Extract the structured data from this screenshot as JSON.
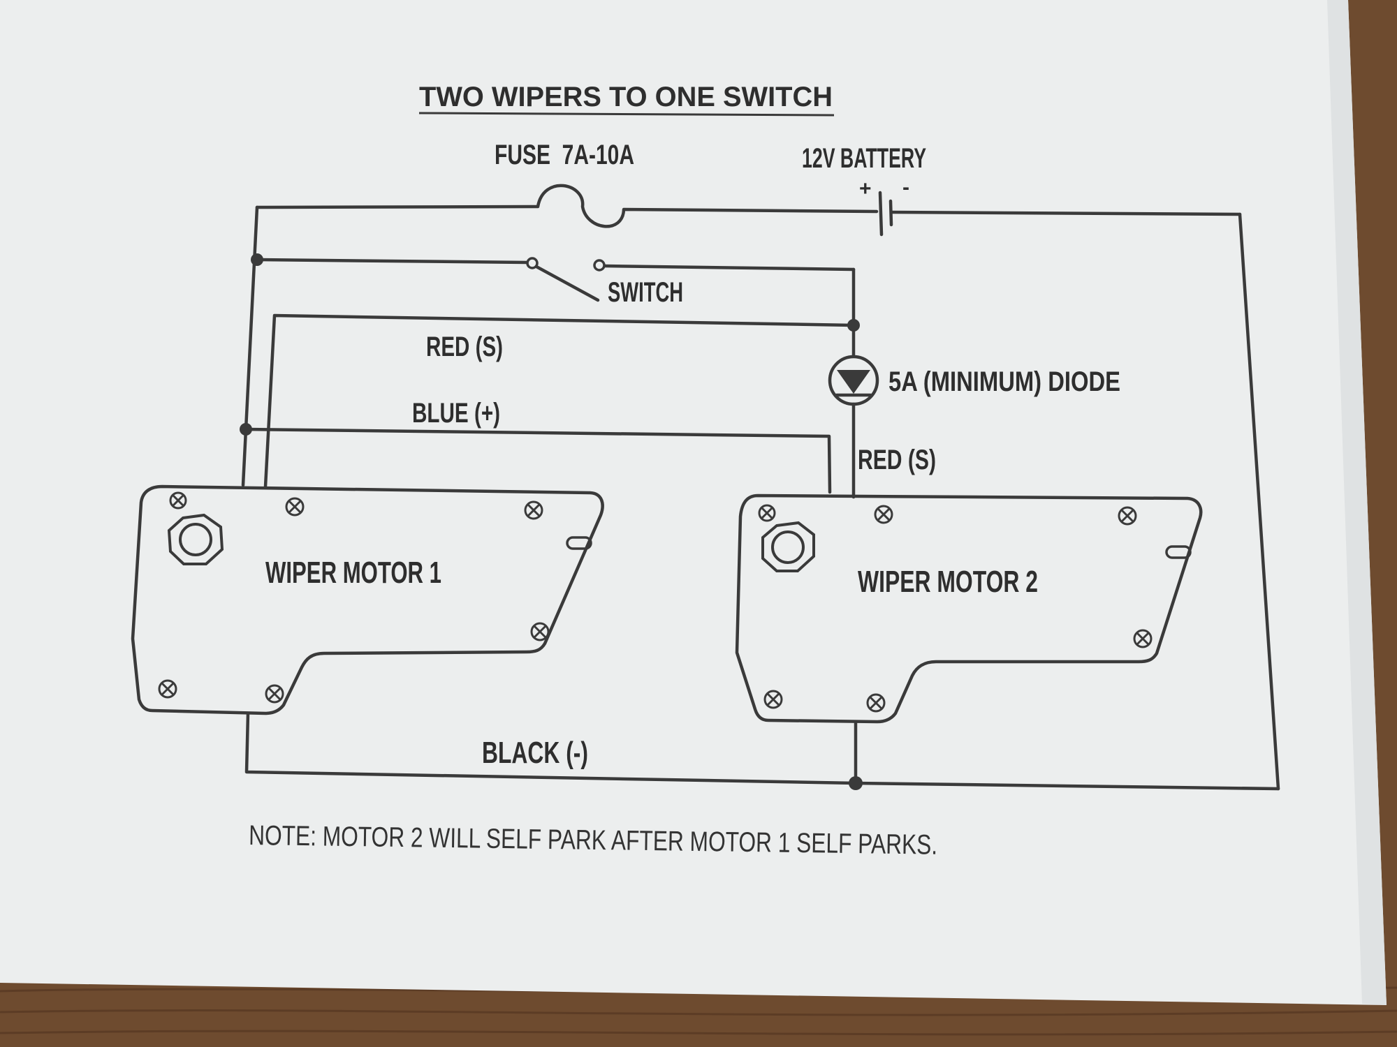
{
  "colors": {
    "paper": "#eceeee",
    "ink": "#3a3a3a",
    "table_wood": "#6b4a2e"
  },
  "title": "TWO WIPERS TO ONE SWITCH",
  "labels": {
    "fuse": "FUSE  7A-10A",
    "battery": "12V BATTERY",
    "battery_plus": "+",
    "battery_minus": "-",
    "switch": "SWITCH",
    "red_s_top": "RED (S)",
    "blue_plus": "BLUE (+)",
    "diode": "5A (MINIMUM) DIODE",
    "red_s_right": "RED (S)",
    "black_minus": "BLACK (-)",
    "motor1": "WIPER MOTOR 1",
    "motor2": "WIPER MOTOR 2"
  },
  "note": "NOTE: MOTOR 2 WILL SELF PARK AFTER MOTOR 1 SELF PARKS."
}
